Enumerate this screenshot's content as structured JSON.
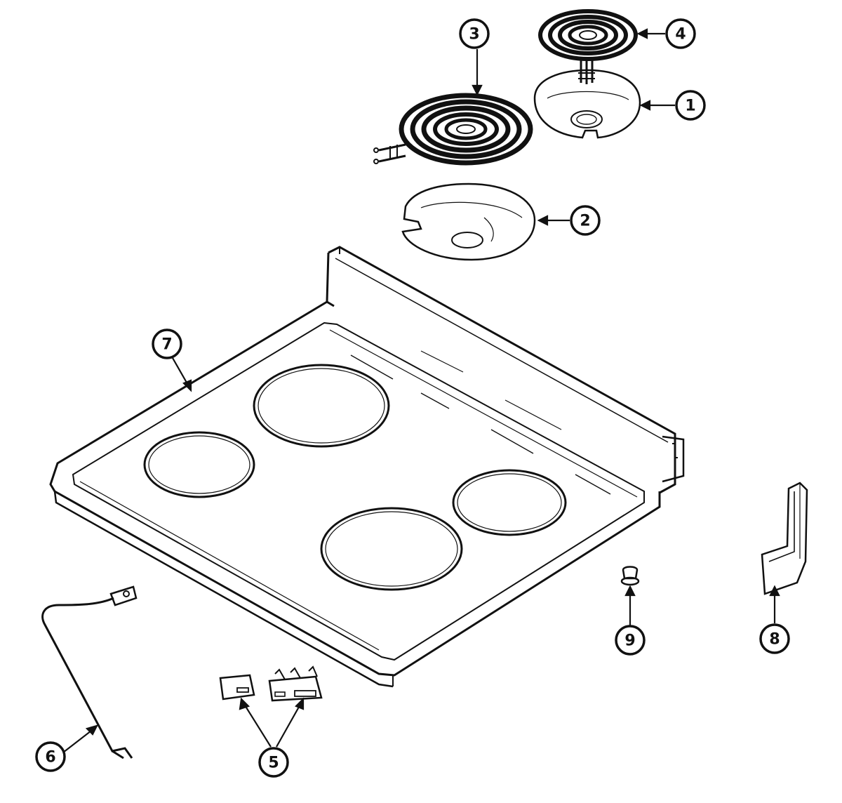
{
  "diagram": {
    "kind": "exploded-parts-view",
    "ink_color": "#111111",
    "paper_color": "#ffffff",
    "callouts": [
      {
        "id": "1",
        "label": "1",
        "part": "drip-bowl-small"
      },
      {
        "id": "2",
        "label": "2",
        "part": "drip-bowl-large"
      },
      {
        "id": "3",
        "label": "3",
        "part": "surface-element-large"
      },
      {
        "id": "4",
        "label": "4",
        "part": "surface-element-small"
      },
      {
        "id": "5",
        "label": "5",
        "part": "terminal-block-clips"
      },
      {
        "id": "6",
        "label": "6",
        "part": "ground-wire"
      },
      {
        "id": "7",
        "label": "7",
        "part": "main-top"
      },
      {
        "id": "8",
        "label": "8",
        "part": "side-trim"
      },
      {
        "id": "9",
        "label": "9",
        "part": "plug-button"
      }
    ]
  }
}
